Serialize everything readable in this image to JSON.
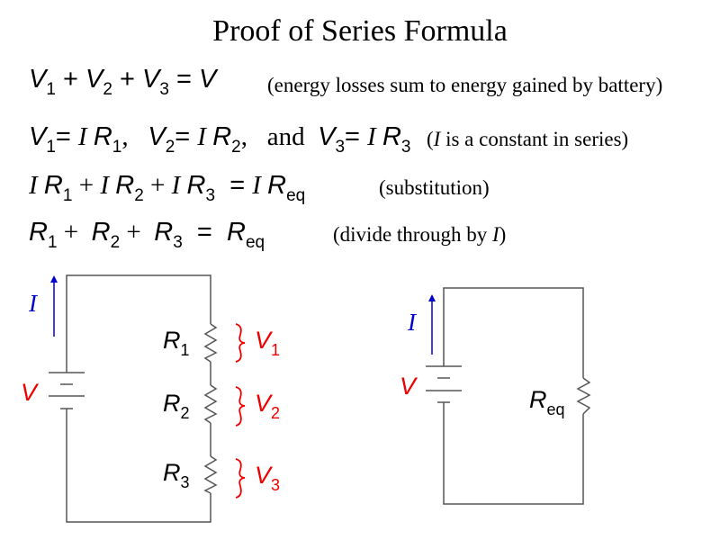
{
  "title": "Proof of Series Formula",
  "colors": {
    "current": "#0000cc",
    "voltage": "#ee0000",
    "wire": "#555555"
  },
  "equations": [
    {
      "segments": [
        [
          "s",
          "V"
        ],
        [
          "b",
          "1"
        ],
        [
          "p",
          " + "
        ],
        [
          "s",
          "V"
        ],
        [
          "b",
          "2"
        ],
        [
          "p",
          " + "
        ],
        [
          "s",
          "V"
        ],
        [
          "b",
          "3"
        ],
        [
          "p",
          " = "
        ],
        [
          "s",
          "V"
        ]
      ],
      "note": [
        [
          "m",
          "(energy losses sum to energy gained by battery)"
        ]
      ]
    },
    {
      "segments": [
        [
          "s",
          "V"
        ],
        [
          "b",
          "1"
        ],
        [
          "p",
          "= "
        ],
        [
          "i",
          "I "
        ],
        [
          "s",
          "R"
        ],
        [
          "b",
          "1"
        ],
        [
          "m",
          ",   "
        ],
        [
          "s",
          "V"
        ],
        [
          "b",
          "2"
        ],
        [
          "p",
          "= "
        ],
        [
          "i",
          "I "
        ],
        [
          "s",
          "R"
        ],
        [
          "b",
          "2"
        ],
        [
          "m",
          ",   and  "
        ],
        [
          "s",
          "V"
        ],
        [
          "b",
          "3"
        ],
        [
          "p",
          "= "
        ],
        [
          "i",
          "I "
        ],
        [
          "s",
          "R"
        ],
        [
          "b",
          "3"
        ]
      ],
      "note": [
        [
          "m",
          "("
        ],
        [
          "i",
          "I"
        ],
        [
          "m",
          " is a constant in series)"
        ]
      ]
    },
    {
      "segments": [
        [
          "i",
          "I "
        ],
        [
          "s",
          "R"
        ],
        [
          "b",
          "1"
        ],
        [
          "m",
          " + "
        ],
        [
          "i",
          "I "
        ],
        [
          "s",
          "R"
        ],
        [
          "b",
          "2"
        ],
        [
          "m",
          " + "
        ],
        [
          "i",
          "I "
        ],
        [
          "s",
          "R"
        ],
        [
          "b",
          "3"
        ],
        [
          "p",
          "  = "
        ],
        [
          "i",
          "I "
        ],
        [
          "s",
          "R"
        ],
        [
          "b",
          "eq"
        ]
      ],
      "note": [
        [
          "m",
          "(substitution)"
        ]
      ]
    },
    {
      "segments": [
        [
          "s",
          "R"
        ],
        [
          "b",
          "1"
        ],
        [
          "m",
          " +  "
        ],
        [
          "s",
          "R"
        ],
        [
          "b",
          "2"
        ],
        [
          "m",
          " +  "
        ],
        [
          "s",
          "R"
        ],
        [
          "b",
          "3"
        ],
        [
          "p",
          "  =  "
        ],
        [
          "s",
          "R"
        ],
        [
          "b",
          "eq"
        ]
      ],
      "note": [
        [
          "m",
          "(divide through by "
        ],
        [
          "i",
          "I"
        ],
        [
          "m",
          ")"
        ]
      ]
    }
  ],
  "circuit_series": {
    "current_label": "I",
    "source_label": "V",
    "resistors": [
      {
        "name": "R",
        "sub": "1",
        "voltage": "V",
        "vsub": "1"
      },
      {
        "name": "R",
        "sub": "2",
        "voltage": "V",
        "vsub": "2"
      },
      {
        "name": "R",
        "sub": "3",
        "voltage": "V",
        "vsub": "3"
      }
    ]
  },
  "circuit_equivalent": {
    "current_label": "I",
    "source_label": "V",
    "resistor": {
      "name": "R",
      "sub": "eq"
    }
  }
}
